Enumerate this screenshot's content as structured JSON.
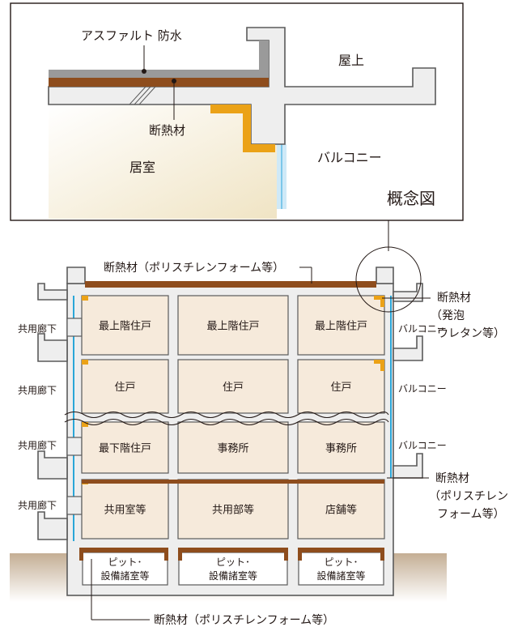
{
  "colors": {
    "concrete": "#eeeeee",
    "outline": "#5a5a5a",
    "insulation_brown": "#8e4d1d",
    "urethane_orange": "#eba217",
    "room": "#f6eadb",
    "room_detail": "#f4ecd6",
    "glass": "#cfe9f7",
    "glass_line": "#2aa6d8",
    "ground": "#c4ae94",
    "waterproof_gray": "#9a9a9a"
  },
  "detail": {
    "waterproof_label": "アスファルト 防水",
    "roof_label": "屋上",
    "insulation_label": "断熱材",
    "room_label": "居室",
    "balcony_label": "バルコニー",
    "title": "概念図"
  },
  "section": {
    "roof_insulation_label": "断熱材（ポリスチレンフォーム等）",
    "foundation_insulation_label": "断熱材（ポリスチレンフォーム等）",
    "urethane_label": [
      "断熱材",
      "（発泡",
      "ウレタン等）"
    ],
    "floor_insulation_label": [
      "断熱材",
      "（ポリスチレン",
      "フォーム等）"
    ],
    "corridor_labels": [
      "共用廊下",
      "共用廊下",
      "共用廊下",
      "共用廊下"
    ],
    "balcony_labels": [
      "バルコニー",
      "バルコニー",
      "バルコニー"
    ],
    "floors": [
      [
        "最上階住戸",
        "最上階住戸",
        "最上階住戸"
      ],
      [
        "住戸",
        "住戸",
        "住戸"
      ],
      [
        "最下階住戸",
        "事務所",
        "事務所"
      ],
      [
        "共用室等",
        "共用部等",
        "店舗等"
      ]
    ],
    "pits": [
      [
        "ピット･",
        "設備諸室等"
      ],
      [
        "ピット･",
        "設備諸室等"
      ],
      [
        "ピット･",
        "設備諸室等"
      ]
    ]
  }
}
